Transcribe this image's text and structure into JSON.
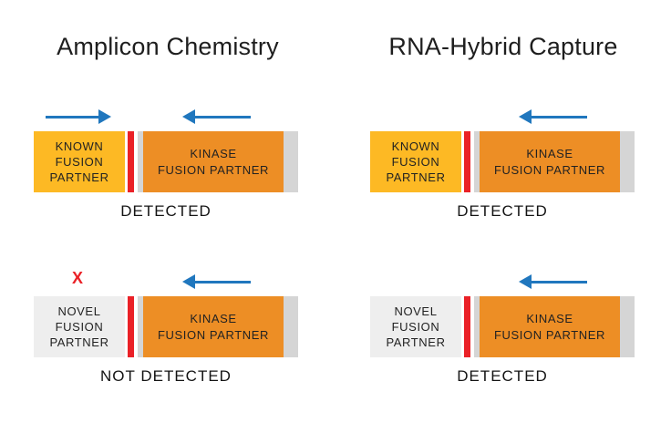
{
  "titles": {
    "left": "Amplicon Chemistry",
    "right": "RNA-Hybrid Capture"
  },
  "icons": {
    "x_mark": "X",
    "forward_primer_arrow": "right-arrow",
    "reverse_primer_arrow": "left-arrow"
  },
  "panels": [
    {
      "column": "Amplicon Chemistry",
      "partner": "KNOWN\nFUSION\nPARTNER",
      "kinase": "KINASE\nFUSION PARTNER",
      "status": "DETECTED",
      "arrows": [
        "forward",
        "reverse"
      ]
    },
    {
      "column": "Amplicon Chemistry",
      "partner": "NOVEL\nFUSION\nPARTNER",
      "kinase": "KINASE\nFUSION PARTNER",
      "status": "NOT DETECTED",
      "arrows": [
        "x-mark",
        "reverse"
      ]
    },
    {
      "column": "RNA-Hybrid Capture",
      "partner": "KNOWN\nFUSION\nPARTNER",
      "kinase": "KINASE\nFUSION PARTNER",
      "status": "DETECTED",
      "arrows": [
        "reverse"
      ]
    },
    {
      "column": "RNA-Hybrid Capture",
      "partner": "NOVEL\nFUSION\nPARTNER",
      "kinase": "KINASE\nFUSION PARTNER",
      "status": "DETECTED",
      "arrows": [
        "reverse"
      ]
    }
  ],
  "colors": {
    "yellow": "#FDB924",
    "orange": "#ED8E25",
    "red": "#EA2127",
    "gray": "#D5D5D5",
    "lightgray": "#EEEEEE",
    "blue": "#2077BE",
    "ink": "#1E1E1E"
  }
}
